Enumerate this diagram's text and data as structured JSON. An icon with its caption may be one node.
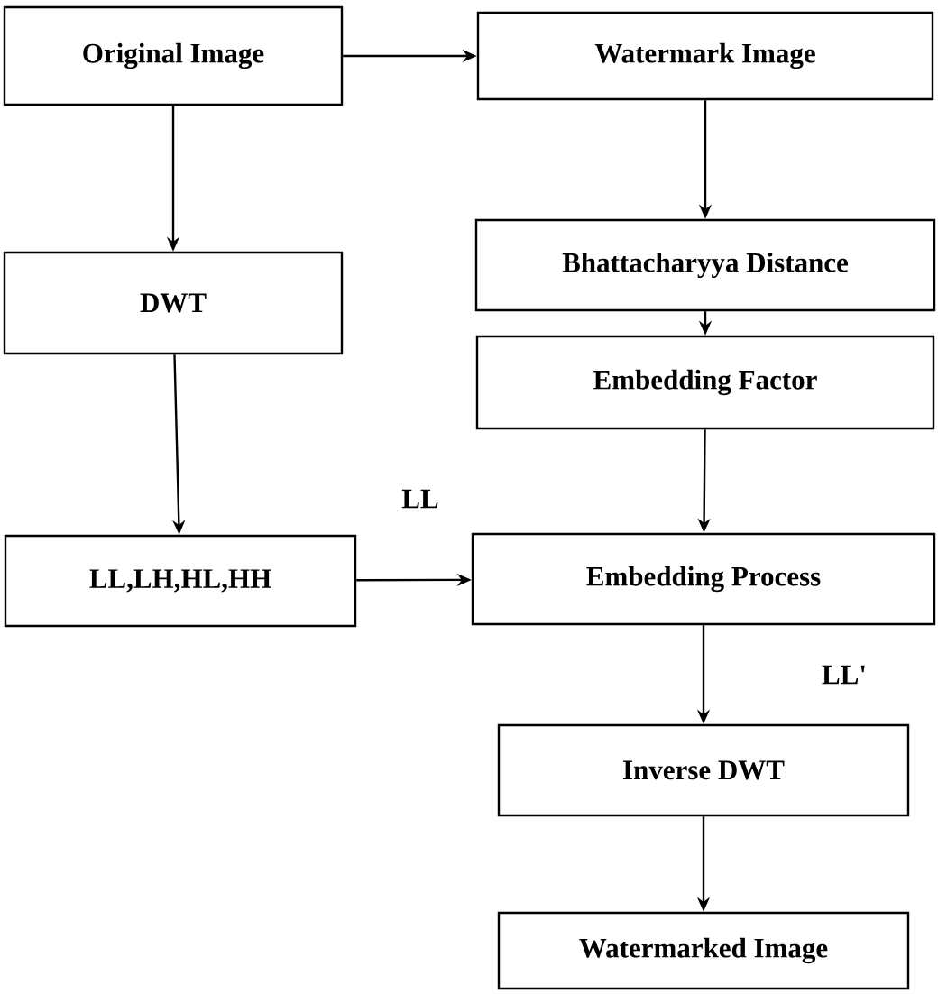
{
  "diagram": {
    "nodes": [
      {
        "text": [
          "Original Image"
        ]
      },
      {
        "text": [
          "Watermark Image"
        ]
      },
      {
        "text": [
          "DWT"
        ]
      },
      {
        "text": [
          "Bhattacharyya Distance"
        ]
      },
      {
        "text": [
          "Embedding Factor"
        ]
      },
      {
        "text": [
          "LL,LH,HL,HH"
        ]
      },
      {
        "text": [
          "Embedding Process"
        ]
      },
      {
        "text": [
          "Inverse DWT"
        ]
      },
      {
        "text": [
          "Watermarked Image"
        ]
      }
    ],
    "edges": [
      {
        "from": 0,
        "to": 1,
        "arrow": "to"
      },
      {
        "from": 0,
        "to": 2,
        "arrow": "to"
      },
      {
        "from": 1,
        "to": 3,
        "arrow": "to"
      },
      {
        "from": 3,
        "to": 4,
        "arrow": "to"
      },
      {
        "from": 2,
        "to": 5,
        "arrow": "to"
      },
      {
        "from": 4,
        "to": 6,
        "arrow": "to"
      },
      {
        "from": 5,
        "to": 6,
        "arrow": "to",
        "label": "LL"
      },
      {
        "from": 6,
        "to": 7,
        "arrow": "to",
        "label": "LL'"
      },
      {
        "from": 7,
        "to": 8,
        "arrow": "to"
      }
    ]
  }
}
